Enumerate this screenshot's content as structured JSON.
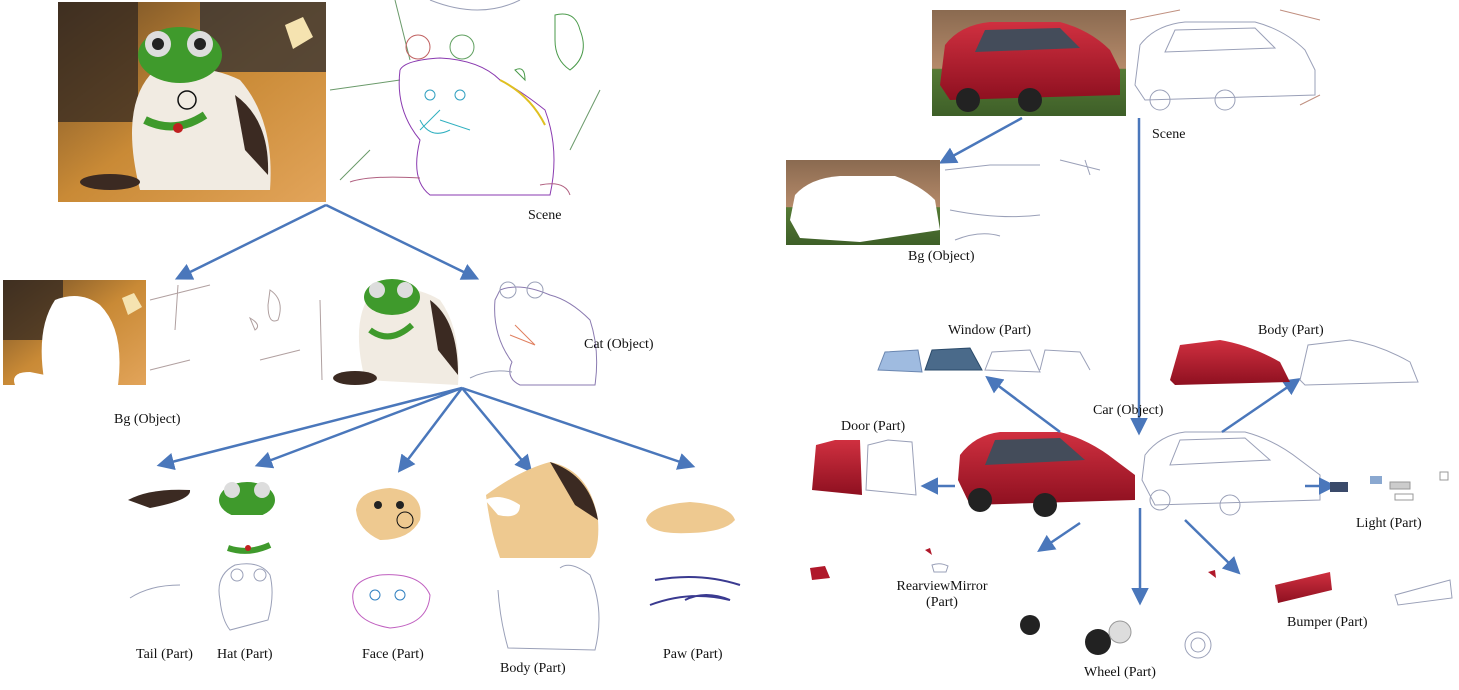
{
  "colors": {
    "arrow": "#4a77bb",
    "cat_fur_white": "#f3ece1",
    "cat_fur_orange": "#e9b26b",
    "cat_fur_dark": "#3b2a22",
    "frog_green": "#3f9a2c",
    "car_red": "#b0182a",
    "sketch": "#9aa0b8",
    "bg_photo_warm": "#d98a2a",
    "bg_photo_green": "#6d8a45"
  },
  "cat_tree": {
    "scene_label": "Scene",
    "objects": [
      {
        "id": "bg",
        "label": "Bg  (Object)"
      },
      {
        "id": "cat",
        "label": "Cat (Object)"
      }
    ],
    "parts": [
      {
        "id": "tail",
        "label": "Tail (Part)"
      },
      {
        "id": "hat",
        "label": "Hat (Part)"
      },
      {
        "id": "face",
        "label": "Face (Part)"
      },
      {
        "id": "body",
        "label": "Body (Part)"
      },
      {
        "id": "paw",
        "label": "Paw (Part)"
      }
    ]
  },
  "car_tree": {
    "scene_label": "Scene",
    "objects": [
      {
        "id": "bg",
        "label": "Bg (Object)"
      },
      {
        "id": "car",
        "label": "Car (Object)"
      }
    ],
    "parts": [
      {
        "id": "window",
        "label": "Window (Part)"
      },
      {
        "id": "body",
        "label": "Body (Part)"
      },
      {
        "id": "door",
        "label": "Door (Part)"
      },
      {
        "id": "light",
        "label": "Light (Part)"
      },
      {
        "id": "mirror",
        "label_line1": "RearviewMirror",
        "label_line2": "(Part)"
      },
      {
        "id": "bumper",
        "label": "Bumper (Part)"
      },
      {
        "id": "wheel",
        "label": "Wheel (Part)"
      }
    ]
  }
}
